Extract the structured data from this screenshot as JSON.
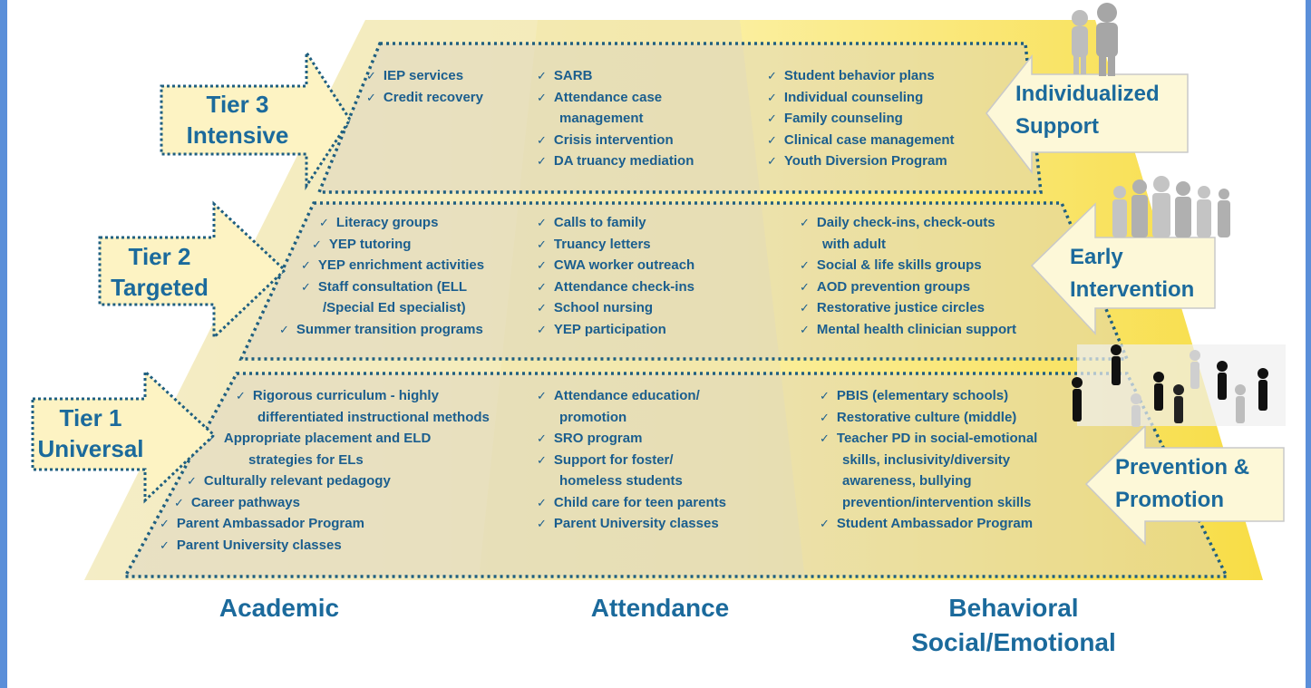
{
  "colors": {
    "yellow_light": "#fdf4c6",
    "yellow_strong": "#f7dc4c",
    "teal_dots": "#1f5f80",
    "text_blue": "#1b6a9c",
    "frame_blue": "#5b8fd9"
  },
  "tiers": {
    "tier3": {
      "line1": "Tier 3",
      "line2": "Intensive"
    },
    "tier2": {
      "line1": "Tier 2",
      "line2": "Targeted"
    },
    "tier1": {
      "line1": "Tier 1",
      "line2": "Universal"
    }
  },
  "sides": {
    "individualized": {
      "line1": "Individualized",
      "line2": "Support"
    },
    "early": {
      "line1": "Early",
      "line2": "Intervention"
    },
    "prevention": {
      "line1": "Prevention &",
      "line2": "Promotion"
    }
  },
  "columns": {
    "academic": "Academic",
    "attendance": "Attendance",
    "behavioral_line1": "Behavioral",
    "behavioral_line2": "Social/Emotional"
  },
  "tier3_lists": {
    "academic": [
      "IEP services",
      "Credit recovery"
    ],
    "attendance": [
      "SARB",
      "Attendance case",
      "management",
      "Crisis intervention",
      "DA truancy mediation"
    ],
    "behavioral": [
      "Student behavior plans",
      "Individual counseling",
      "Family counseling",
      "Clinical case management",
      "Youth Diversion Program"
    ]
  },
  "tier2_lists": {
    "academic": [
      "Literacy groups",
      "YEP tutoring",
      "YEP enrichment activities",
      "Staff consultation (ELL",
      "/Special Ed specialist)",
      "Summer transition programs"
    ],
    "attendance": [
      "Calls to family",
      "Truancy letters",
      "CWA worker outreach",
      "Attendance check-ins",
      "School nursing",
      "YEP participation"
    ],
    "behavioral": [
      "Daily check-ins, check-outs",
      "with adult",
      "Social & life skills groups",
      "AOD prevention groups",
      "Restorative justice circles",
      "Mental health clinician support"
    ]
  },
  "tier1_lists": {
    "academic": [
      "Rigorous curriculum - highly",
      "differentiated instructional methods",
      "Appropriate placement and ELD",
      "strategies for ELs",
      "Culturally relevant pedagogy",
      "Career pathways",
      "Parent Ambassador Program",
      "Parent University classes"
    ],
    "attendance": [
      "Attendance education/",
      "promotion",
      "SRO program",
      "Support for foster/",
      "homeless students",
      "Child care for teen parents",
      "Parent University classes"
    ],
    "behavioral": [
      "PBIS (elementary schools)",
      "Restorative culture (middle)",
      "Teacher PD in social-emotional",
      "skills, inclusivity/diversity",
      "awareness, bullying",
      "prevention/intervention skills",
      "Student Ambassador Program"
    ]
  }
}
